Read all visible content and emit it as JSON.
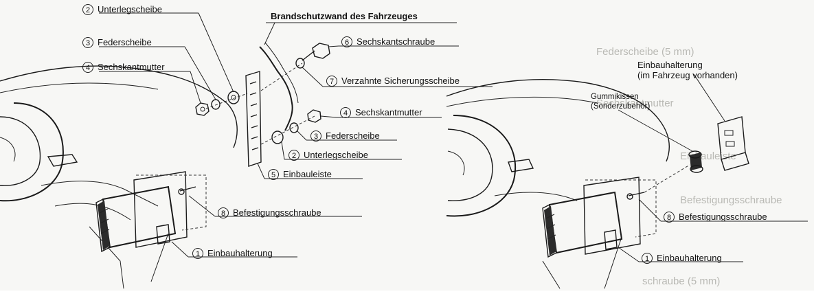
{
  "left_labels": {
    "unterlegscheibe_top": {
      "num": "2",
      "text": "Unterlegscheibe"
    },
    "federscheibe_top": {
      "num": "3",
      "text": "Federscheibe"
    },
    "sechskantmutter_top": {
      "num": "4",
      "text": "Sechskantmutter"
    },
    "brandschutzwand": {
      "text": "Brandschutzwand des Fahrzeuges"
    },
    "sechskantschraube": {
      "num": "6",
      "text": "Sechskantschraube"
    },
    "verzahnte": {
      "num": "7",
      "text": "Verzahnte Sicherungsscheibe"
    },
    "sechskantmutter_right": {
      "num": "4",
      "text": "Sechskantmutter"
    },
    "federscheibe_right": {
      "num": "3",
      "text": "Federscheibe"
    },
    "unterlegscheibe_right": {
      "num": "2",
      "text": "Unterlegscheibe"
    },
    "einbauleiste": {
      "num": "5",
      "text": "Einbauleiste"
    },
    "befestigungsschraube": {
      "num": "8",
      "text": "Befestigungsschraube"
    },
    "einbauhalterung": {
      "num": "1",
      "text": "Einbauhalterung"
    }
  },
  "right_labels": {
    "einbauhalterung_fahrzeug_line1": "Einbauhalterung",
    "einbauhalterung_fahrzeug_line2": "(im Fahrzeug vorhanden)",
    "gummikissen_line1": "Gummikissen",
    "gummikissen_line2": "(Sonderzubehör)",
    "befestigungsschraube": {
      "num": "8",
      "text": "Befestigungsschraube"
    },
    "einbauhalterung": {
      "num": "1",
      "text": "Einbauhalterung"
    }
  },
  "bleed_through": {
    "t1": "Federscheibe (5 mm)",
    "t2": "Sechskantmutter",
    "t3": "Einbauleiste",
    "t4": "Befestigungsschraube",
    "t5": "schraube (5 mm)"
  }
}
